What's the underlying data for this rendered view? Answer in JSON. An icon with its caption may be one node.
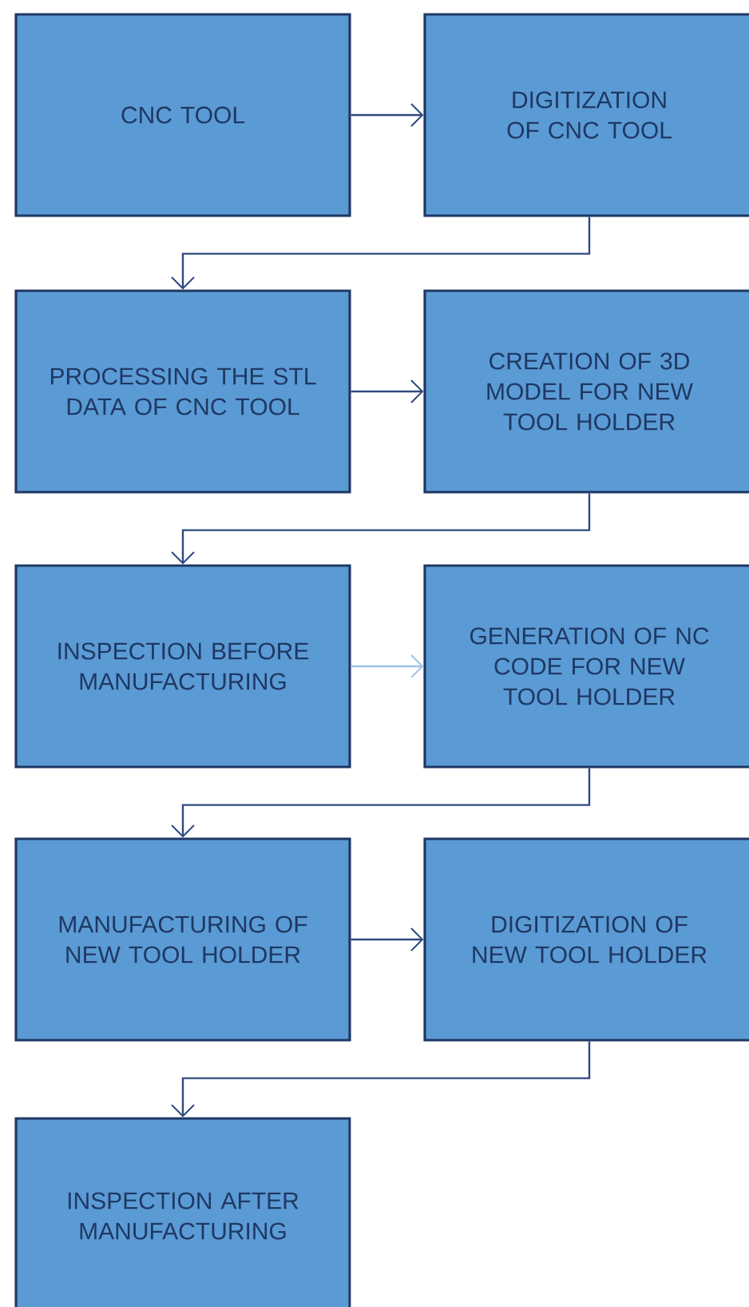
{
  "diagram": {
    "nodes": [
      {
        "text": [
          "CNC TOOL"
        ]
      },
      {
        "text": [
          "DIGITIZATION OF CNC TOOL"
        ]
      },
      {
        "text": [
          "PROCESSING THE STL DATA OF CNC TOOL"
        ]
      },
      {
        "text": [
          "CREATION OF 3D MODEL FOR NEW TOOL HOLDER"
        ]
      },
      {
        "text": [
          "INSPECTION BEFORE MANUFACTURING"
        ]
      },
      {
        "text": [
          "GENERATION OF NC CODE FOR NEW TOOL HOLDER"
        ]
      },
      {
        "text": [
          "MANUFACTURING OF NEW TOOL HOLDER"
        ]
      },
      {
        "text": [
          "DIGITIZATION OF NEW TOOL HOLDER"
        ]
      },
      {
        "text": [
          "INSPECTION AFTER MANUFACTURING"
        ]
      }
    ],
    "edges": [
      {
        "from": 0,
        "to": 1,
        "arrow": "to"
      },
      {
        "from": 1,
        "to": 2,
        "arrow": "to"
      },
      {
        "from": 2,
        "to": 3,
        "arrow": "to"
      },
      {
        "from": 3,
        "to": 4,
        "arrow": "to"
      },
      {
        "from": 4,
        "to": 5,
        "arrow": "to",
        "color": "#9dc3e6"
      },
      {
        "from": 5,
        "to": 6,
        "arrow": "to"
      },
      {
        "from": 6,
        "to": 7,
        "arrow": "to"
      },
      {
        "from": 7,
        "to": 8,
        "arrow": "to"
      }
    ]
  }
}
